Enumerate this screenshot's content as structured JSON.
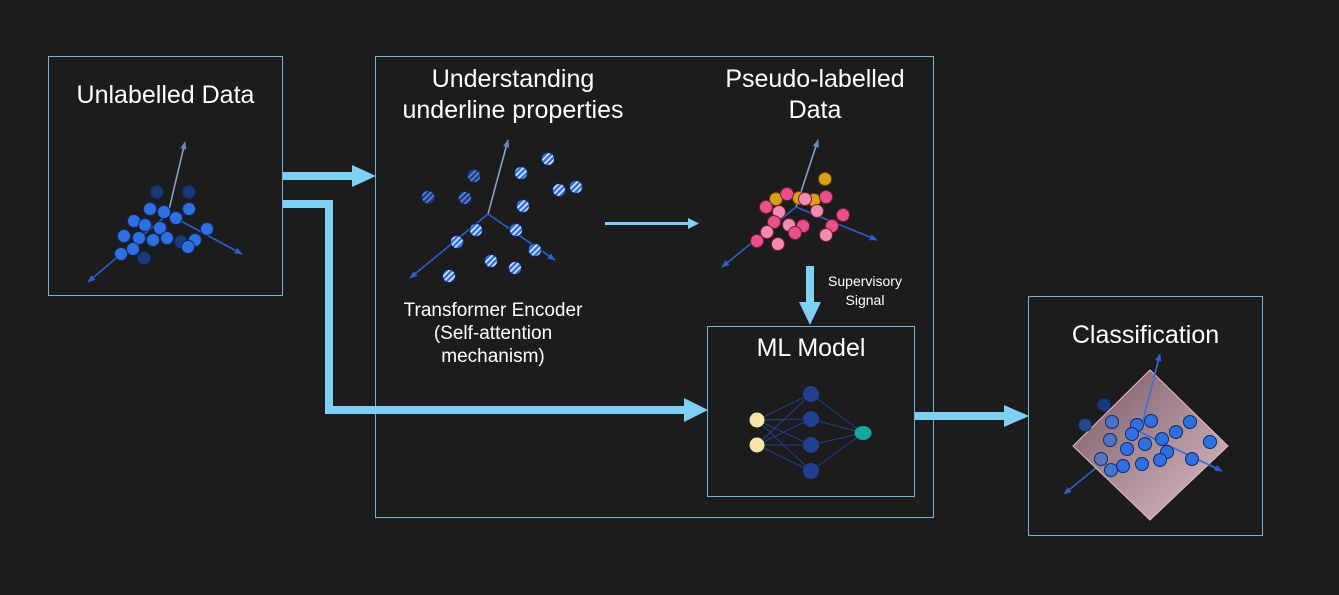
{
  "colors": {
    "background": "#1c1c1c",
    "box_border": "#6fb6d8",
    "arrow": "#7fd0f5",
    "node_blue": "#2f6fe0",
    "node_pink": "#e8508a",
    "node_gold": "#d6a21a",
    "node_input": "#f5e6a8",
    "node_output": "#13a89b"
  },
  "unlabelled": {
    "title": "Unlabelled Data"
  },
  "understanding": {
    "title": "Understanding\nunderline properties",
    "encoder": "Transformer Encoder\n(Self-attention\nmechanism)"
  },
  "pseudo": {
    "title": "Pseudo-labelled\nData"
  },
  "supervisory": {
    "label": "Supervisory\nSignal"
  },
  "ml_model": {
    "title": "ML Model"
  },
  "classification": {
    "title": "Classification"
  }
}
